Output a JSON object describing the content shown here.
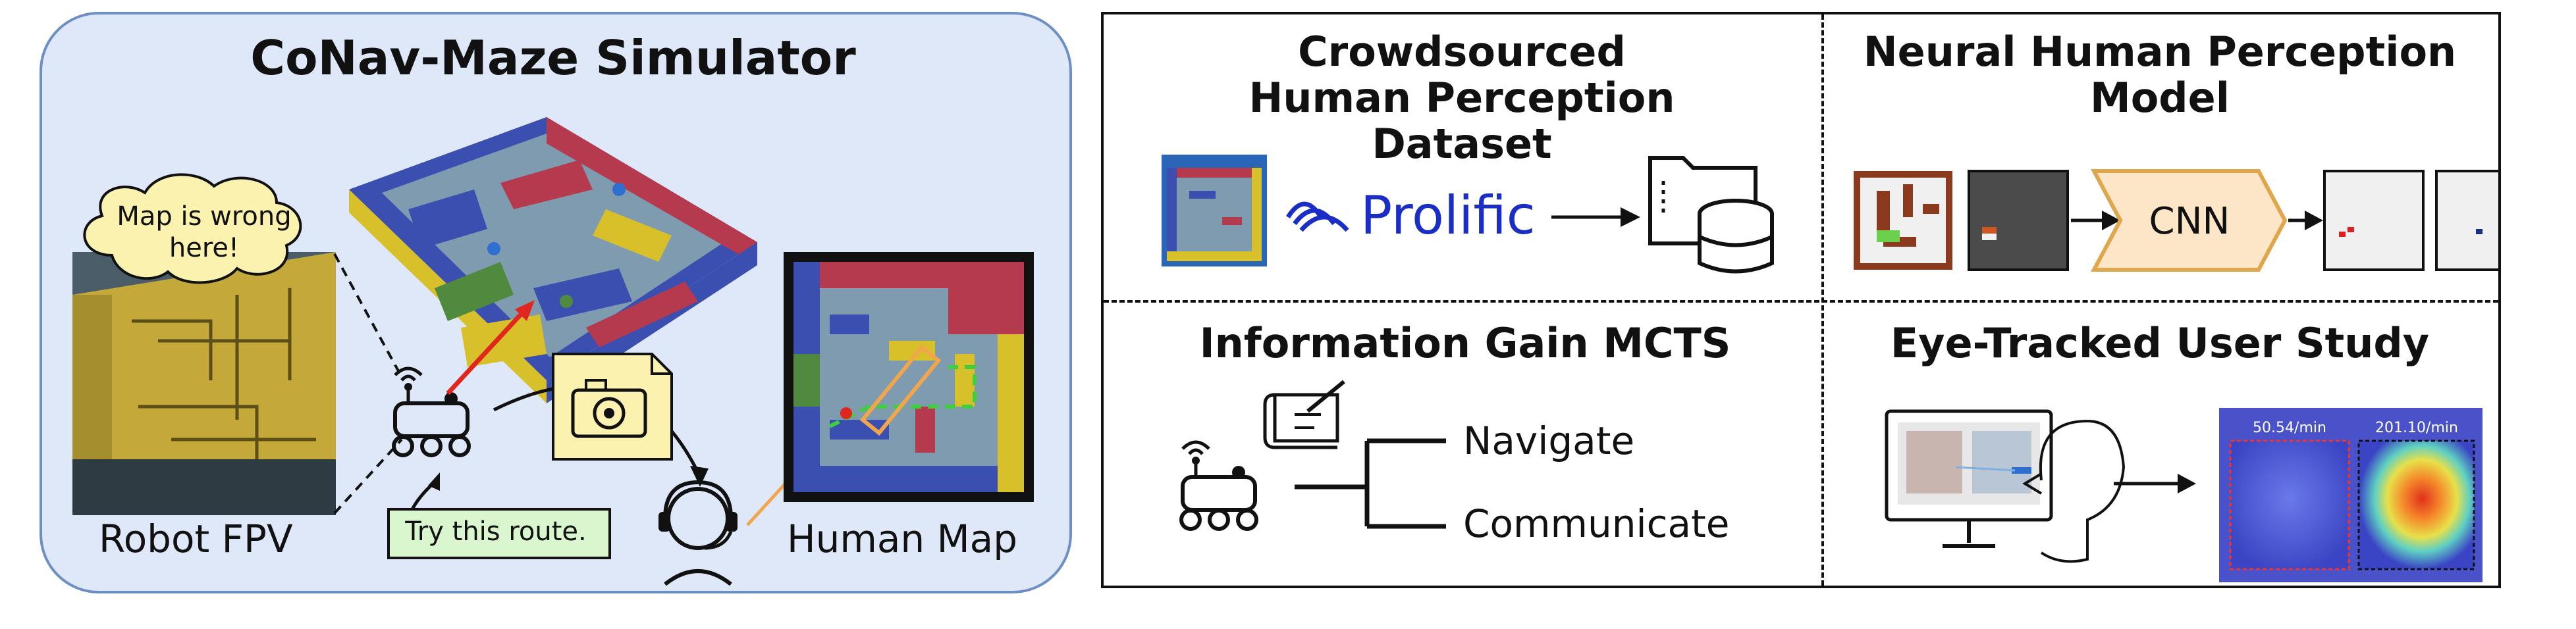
{
  "simulator": {
    "title": "CoNav-Maze Simulator",
    "speech_bubble": "Map is wrong here!",
    "route_message": "Try this route.",
    "robot_fpv_label": "Robot FPV",
    "human_map_label": "Human Map"
  },
  "panels": {
    "dataset": {
      "title": "Crowdsourced Human Perception Dataset",
      "logo_text": "Prolific"
    },
    "model": {
      "title": "Neural Human Perception Model",
      "block_label": "CNN"
    },
    "mcts": {
      "title": "Information Gain MCTS",
      "branch_top": "Navigate",
      "branch_bottom": "Communicate"
    },
    "study": {
      "title": "Eye-Tracked User Study",
      "rate_left": "50.54/min",
      "rate_right": "201.10/min"
    }
  },
  "colors": {
    "sim_bg": "#dfe8f8",
    "sim_border": "#6d8fc4",
    "maze_floor": "#7f9bb0",
    "wall_blue": "#3a4fb0",
    "wall_red": "#b53a4d",
    "wall_yellow": "#d8c02b",
    "wall_green": "#4f8a3e",
    "cnn_fill": "#fde6c7",
    "cnn_stroke": "#e0a64b"
  }
}
